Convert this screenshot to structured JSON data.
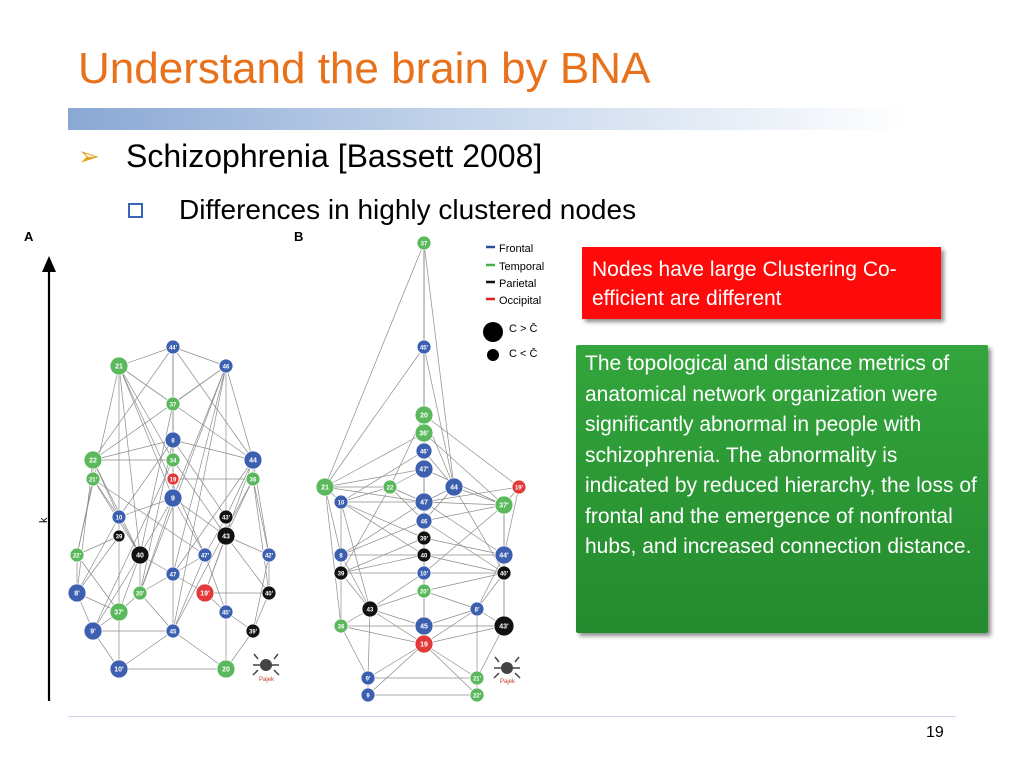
{
  "slide": {
    "title": "Understand the brain by BNA",
    "bullet1": "Schizophrenia [Bassett 2008]",
    "bullet1_marker": "➢",
    "bullet2": "Differences in highly clustered nodes",
    "page_number": "19"
  },
  "callouts": {
    "red_text": "Nodes have  large Clustering Co-efficient are different",
    "green_text": "The topological and distance metrics of anatomical network organization were significantly abnormal in people with schizophrenia. The abnormality is indicated by reduced hierarchy, the loss of frontal and the emergence of nonfrontal hubs, and increased connection distance."
  },
  "figure": {
    "panel_a_label": "A",
    "panel_b_label": "B",
    "axis_label": "k",
    "pajek_label": "Pajek",
    "legend": [
      {
        "label": "Frontal",
        "color": "#2b4aa0"
      },
      {
        "label": "Temporal",
        "color": "#46b04a"
      },
      {
        "label": "Parietal",
        "color": "#111111"
      },
      {
        "label": "Occipital",
        "color": "#e02020"
      }
    ],
    "size_legend": [
      {
        "label": "C > C̄",
        "size": "large"
      },
      {
        "label": "C < C̄",
        "size": "small"
      }
    ],
    "colors": {
      "frontal": "#3d5fb0",
      "temporal": "#5cb85c",
      "parietal": "#111111",
      "occipital": "#e23a3a"
    },
    "graph_a": {
      "nodes": [
        {
          "id": "a44p",
          "label": "44'",
          "type": "frontal"
        },
        {
          "id": "a21",
          "label": "21",
          "type": "temporal"
        },
        {
          "id": "a46",
          "label": "46",
          "type": "frontal"
        },
        {
          "id": "a37",
          "label": "37",
          "type": "temporal"
        },
        {
          "id": "a8",
          "label": "8",
          "type": "frontal"
        },
        {
          "id": "a22",
          "label": "22",
          "type": "temporal"
        },
        {
          "id": "a34",
          "label": "34",
          "type": "temporal"
        },
        {
          "id": "a44",
          "label": "44",
          "type": "frontal"
        },
        {
          "id": "a21p",
          "label": "21'",
          "type": "temporal"
        },
        {
          "id": "a19",
          "label": "19",
          "type": "occipital"
        },
        {
          "id": "a36",
          "label": "36",
          "type": "temporal"
        },
        {
          "id": "a9",
          "label": "9",
          "type": "frontal"
        },
        {
          "id": "a10",
          "label": "10",
          "type": "frontal"
        },
        {
          "id": "a43p",
          "label": "43'",
          "type": "parietal"
        },
        {
          "id": "a39",
          "label": "39",
          "type": "parietal"
        },
        {
          "id": "a43",
          "label": "43",
          "type": "parietal"
        },
        {
          "id": "a22p",
          "label": "22'",
          "type": "temporal"
        },
        {
          "id": "a40",
          "label": "40",
          "type": "parietal"
        },
        {
          "id": "a47p",
          "label": "47'",
          "type": "frontal"
        },
        {
          "id": "a42p",
          "label": "42'",
          "type": "frontal"
        },
        {
          "id": "a47",
          "label": "47",
          "type": "frontal"
        },
        {
          "id": "a8p",
          "label": "8'",
          "type": "frontal"
        },
        {
          "id": "a20p",
          "label": "20'",
          "type": "temporal"
        },
        {
          "id": "a19p",
          "label": "19'",
          "type": "occipital"
        },
        {
          "id": "a40p",
          "label": "40'",
          "type": "parietal"
        },
        {
          "id": "a37p",
          "label": "37'",
          "type": "temporal"
        },
        {
          "id": "a45p",
          "label": "45'",
          "type": "frontal"
        },
        {
          "id": "a9p",
          "label": "9'",
          "type": "frontal"
        },
        {
          "id": "a45",
          "label": "45",
          "type": "frontal"
        },
        {
          "id": "a39p",
          "label": "39'",
          "type": "parietal"
        },
        {
          "id": "a10p",
          "label": "10'",
          "type": "frontal"
        },
        {
          "id": "a20",
          "label": "20",
          "type": "temporal"
        }
      ]
    },
    "graph_b": {
      "nodes": [
        {
          "id": "b37",
          "label": "37",
          "type": "temporal"
        },
        {
          "id": "b45p",
          "label": "45'",
          "type": "frontal"
        },
        {
          "id": "b20",
          "label": "20",
          "type": "temporal"
        },
        {
          "id": "b36p",
          "label": "36'",
          "type": "temporal"
        },
        {
          "id": "b46p",
          "label": "46'",
          "type": "frontal"
        },
        {
          "id": "b47p",
          "label": "47'",
          "type": "frontal"
        },
        {
          "id": "b21",
          "label": "21",
          "type": "temporal"
        },
        {
          "id": "b22",
          "label": "22",
          "type": "temporal"
        },
        {
          "id": "b44",
          "label": "44",
          "type": "frontal"
        },
        {
          "id": "b19p",
          "label": "19'",
          "type": "occipital"
        },
        {
          "id": "b10",
          "label": "10",
          "type": "frontal"
        },
        {
          "id": "b47",
          "label": "47",
          "type": "frontal"
        },
        {
          "id": "b37p",
          "label": "37'",
          "type": "temporal"
        },
        {
          "id": "b46",
          "label": "46",
          "type": "frontal"
        },
        {
          "id": "b39p",
          "label": "39'",
          "type": "parietal"
        },
        {
          "id": "b8",
          "label": "8",
          "type": "frontal"
        },
        {
          "id": "b40",
          "label": "40",
          "type": "parietal"
        },
        {
          "id": "b44p",
          "label": "44'",
          "type": "frontal"
        },
        {
          "id": "b39",
          "label": "39",
          "type": "parietal"
        },
        {
          "id": "b10p",
          "label": "10'",
          "type": "frontal"
        },
        {
          "id": "b40p",
          "label": "40'",
          "type": "parietal"
        },
        {
          "id": "b20p",
          "label": "20'",
          "type": "temporal"
        },
        {
          "id": "b43",
          "label": "43",
          "type": "parietal"
        },
        {
          "id": "b8p",
          "label": "8'",
          "type": "frontal"
        },
        {
          "id": "b36",
          "label": "36",
          "type": "temporal"
        },
        {
          "id": "b45",
          "label": "45",
          "type": "frontal"
        },
        {
          "id": "b43p",
          "label": "43'",
          "type": "parietal"
        },
        {
          "id": "b19",
          "label": "19",
          "type": "occipital"
        },
        {
          "id": "b9p",
          "label": "9'",
          "type": "frontal"
        },
        {
          "id": "b21p",
          "label": "21'",
          "type": "temporal"
        },
        {
          "id": "b9",
          "label": "9",
          "type": "frontal"
        },
        {
          "id": "b22p",
          "label": "22'",
          "type": "temporal"
        }
      ]
    }
  }
}
